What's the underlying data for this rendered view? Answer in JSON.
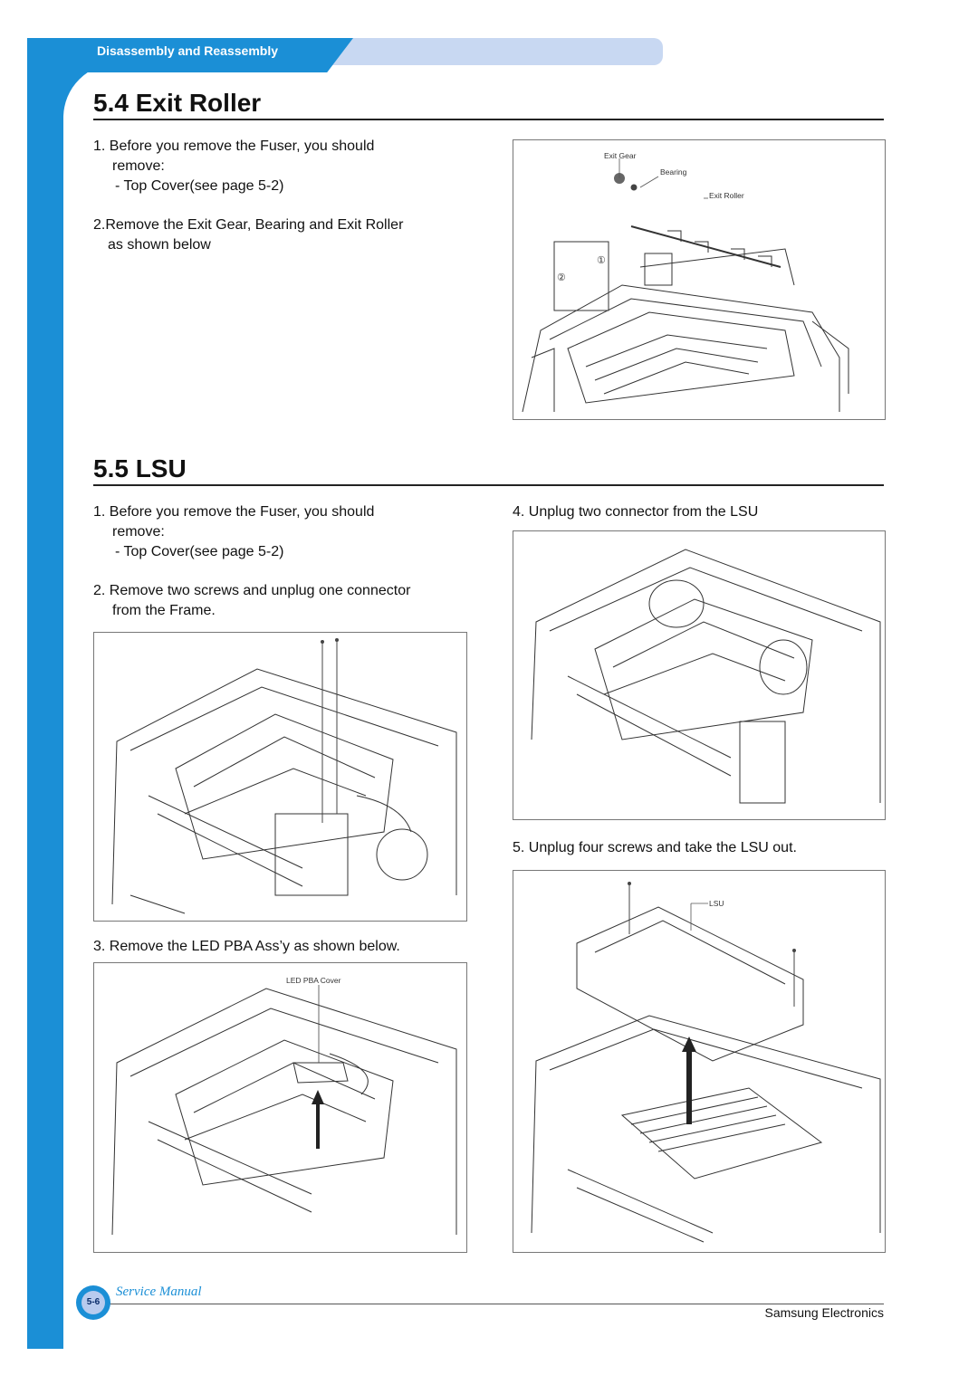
{
  "header": {
    "section": "Disassembly and Reassembly"
  },
  "s54": {
    "title": "5.4 Exit Roller",
    "step1": "1. Before you remove the Fuser, you should",
    "step1b": "remove:",
    "step1c": "- Top Cover(see page 5-2)",
    "step2": "2.Remove the Exit Gear, Bearing and Exit Roller",
    "step2b": "as shown below",
    "fig_labels": {
      "exit_gear": "Exit Gear",
      "bearing": "Bearing",
      "exit_roller": "Exit Roller",
      "n1": "①",
      "n2": "②"
    }
  },
  "s55": {
    "title": "5.5 LSU",
    "step1": "1. Before you remove the Fuser, you should",
    "step1b": "remove:",
    "step1c": "- Top Cover(see page 5-2)",
    "step2": "2. Remove two screws and unplug one connector",
    "step2b": "from the Frame.",
    "step3": "3. Remove the LED PBA Ass’y as shown below.",
    "step3_label": "LED PBA Cover",
    "step4": "4. Unplug two connector from the LSU",
    "step5": "5. Unplug four screws and take the LSU out.",
    "step5_label": "LSU"
  },
  "footer": {
    "page": "5-6",
    "manual": "Service Manual",
    "company": "Samsung Electronics"
  }
}
